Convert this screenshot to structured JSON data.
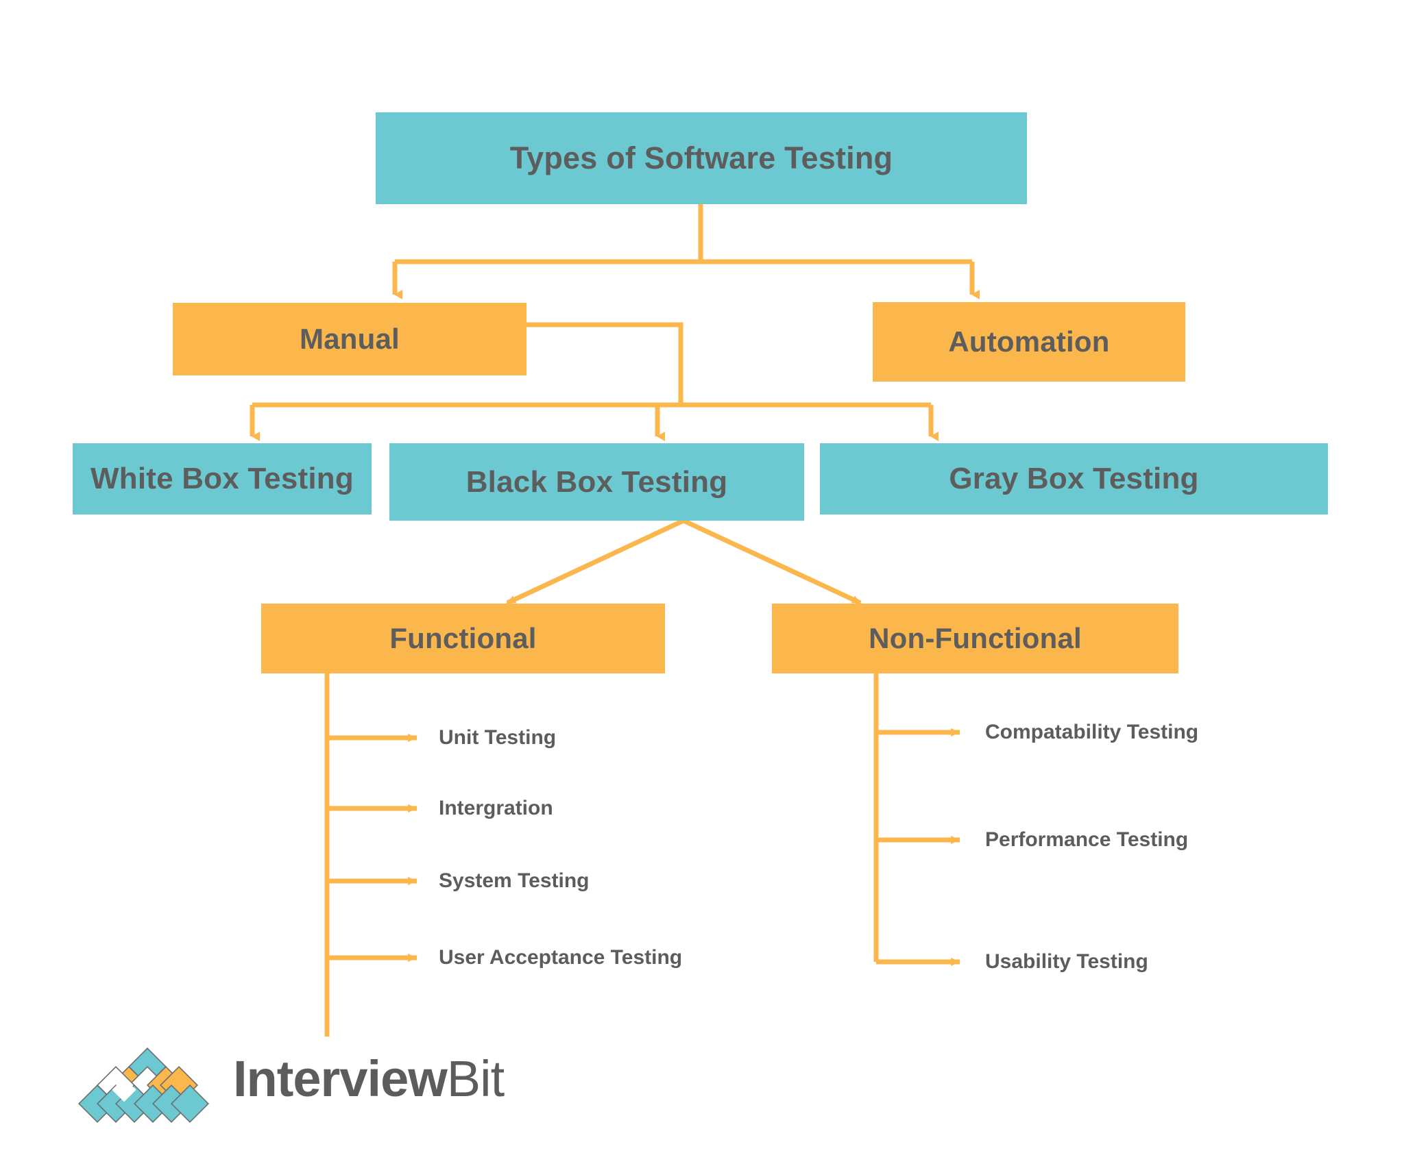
{
  "diagram": {
    "title": "Types of Software Testing",
    "root": {
      "label": "Types of Software Testing",
      "color": "#6cc8d1"
    },
    "level2": [
      {
        "label": "Manual",
        "color": "#fbb64c"
      },
      {
        "label": "Automation",
        "color": "#fbb64c"
      }
    ],
    "level3": [
      {
        "label": "White Box Testing",
        "color": "#6cc8d1"
      },
      {
        "label": "Black Box Testing",
        "color": "#6cc8d1"
      },
      {
        "label": "Gray Box Testing",
        "color": "#6cc8d1"
      }
    ],
    "level4": [
      {
        "label": "Functional",
        "color": "#fbb64c"
      },
      {
        "label": "Non-Functional",
        "color": "#fbb64c"
      }
    ],
    "functional_items": [
      "Unit Testing",
      "Intergration",
      "System Testing",
      "User Acceptance Testing"
    ],
    "nonfunctional_items": [
      "Compatability Testing",
      "Performance Testing",
      "Usability Testing"
    ]
  },
  "colors": {
    "teal": "#6cc8d1",
    "amber": "#fbb64c",
    "connector": "#fbb64c",
    "text": "#5c5c5c",
    "background": "#ffffff"
  },
  "logo": {
    "word_part1": "Interview",
    "word_part2": "Bit",
    "diamond_top_color": "#6cc8d1",
    "diamond_middle_color": "#fbb64c",
    "diamond_bottom_color": "#6cc8d1"
  }
}
